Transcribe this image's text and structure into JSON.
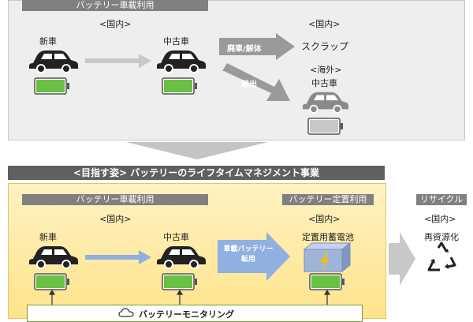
{
  "top": {
    "header": "バッテリー車載利用",
    "domestic_label": "<国内>",
    "new_car": "新車",
    "used_car": "中古車",
    "scrap_domestic": "<国内>",
    "scrap": "スクラップ",
    "scrap_arrow": "廃車/解体",
    "overseas": "<海外>",
    "export_arrow": "輸出",
    "overseas_used": "中古車"
  },
  "bottom": {
    "title": "<目指す姿> バッテリーのライフタイムマネジメント事業",
    "onboard_header": "バッテリー車載利用",
    "stationary_header": "バッテリー定置利用",
    "domestic_label": "<国内>",
    "stationary_domestic": "<国内>",
    "new_car": "新車",
    "used_car": "中古車",
    "reuse_arrow": "車載バッテリー\n転用",
    "storage": "定置用蓄電池",
    "monitoring": "バッテリーモニタリング"
  },
  "recycle": {
    "header": "リサイクル",
    "domestic_label": "<国内>",
    "text": "再資源化"
  },
  "colors": {
    "panel_gray": "#eeeeee",
    "header_gray": "#808080",
    "header_dark": "#606060",
    "battery_green": "#6abf45",
    "battery_gray": "#c8c8c8",
    "arrow_blue": "#8fb0e0",
    "storage_blue": "#a0b4d8",
    "lightning": "#f2c200"
  }
}
